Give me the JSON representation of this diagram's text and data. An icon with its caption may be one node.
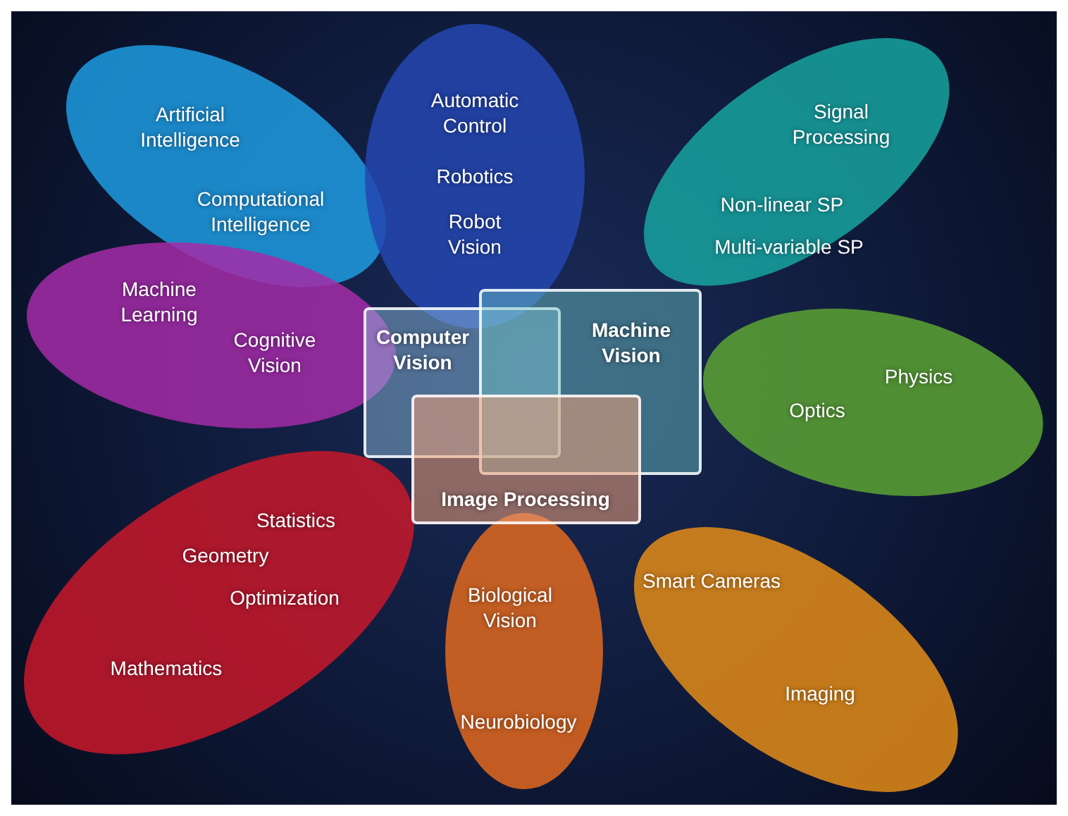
{
  "diagram": {
    "nodes": [
      {
        "text": [
          "Artificial Intelligence",
          "Computational Intelligence"
        ]
      },
      {
        "text": [
          "Automatic Control",
          "Robotics",
          "Robot Vision"
        ]
      },
      {
        "text": [
          "Signal Processing",
          "Non-linear SP",
          "Multi-variable SP"
        ]
      },
      {
        "text": [
          "Machine Learning",
          "Cognitive Vision"
        ]
      },
      {
        "text": [
          "Physics",
          "Optics"
        ]
      },
      {
        "text": [
          "Statistics",
          "Geometry",
          "Optimization",
          "Mathematics"
        ]
      },
      {
        "text": [
          "Biological Vision",
          "Neurobiology"
        ]
      },
      {
        "text": [
          "Smart Cameras",
          "Imaging"
        ]
      },
      {
        "text": [
          "Computer Vision"
        ]
      },
      {
        "text": [
          "Machine Vision"
        ]
      },
      {
        "text": [
          "Image Processing"
        ]
      }
    ],
    "edges": []
  }
}
